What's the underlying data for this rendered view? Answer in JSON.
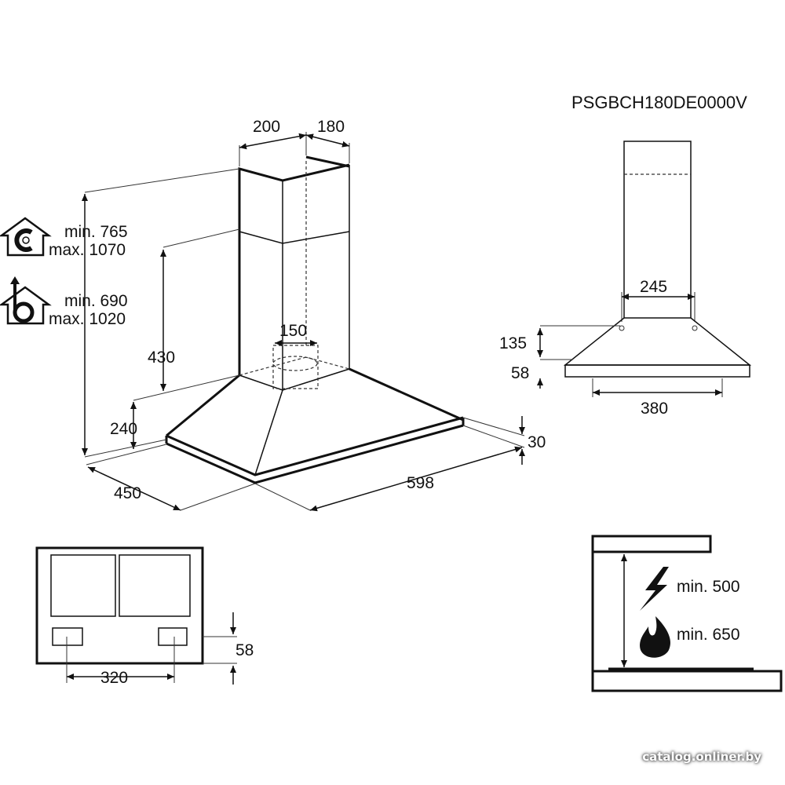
{
  "model_code": "PSGBCH180DE0000V",
  "main_view": {
    "chimney_width": "200",
    "chimney_depth": "180",
    "duct_diameter": "150",
    "chimney_lower_height": "430",
    "canopy_height": "240",
    "depth": "450",
    "width": "598",
    "rim_thickness": "30",
    "recirculation": {
      "icon": "recirculation-house-icon",
      "min": "min. 765",
      "max": "max. 1070"
    },
    "extraction": {
      "icon": "extraction-house-icon",
      "min": "min. 690",
      "max": "max. 1020"
    }
  },
  "side_view": {
    "chimney_width": "245",
    "bracket_height": "135",
    "rim_height": "58",
    "canopy_width": "380"
  },
  "bottom_view": {
    "filter_spacing": "320",
    "filter_offset": "58"
  },
  "clearance": {
    "electric": {
      "icon": "lightning-icon",
      "label": "min. 500"
    },
    "gas": {
      "icon": "flame-icon",
      "label": "min. 650"
    }
  },
  "watermark": "catalog.onliner.by"
}
